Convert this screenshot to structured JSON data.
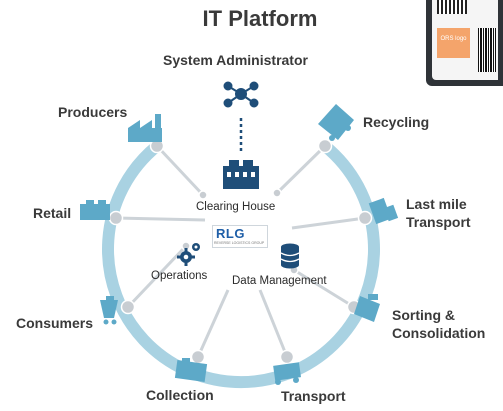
{
  "title": "IT Platform",
  "center": {
    "label": "System Administrator"
  },
  "inner_labels": {
    "clearing_house": "Clearing House",
    "operations": "Operations",
    "data_management": "Data Management"
  },
  "logo": {
    "main": "RLG",
    "sub": "REVERSE LOGISTICS GROUP"
  },
  "card": {
    "logo_text": "ORS logo"
  },
  "nodes": {
    "producers": "Producers",
    "recycling": "Recycling",
    "retail": "Retail",
    "last_mile_line1": "Last mile",
    "last_mile_line2": "Transport",
    "consumers": "Consumers",
    "sorting_line1": "Sorting &",
    "sorting_line2": "Consolidation",
    "collection": "Collection",
    "transport": "Transport"
  },
  "colors": {
    "ring": "#a9d2e2",
    "ring_inner": "#b6dae8",
    "node": "#c8cdd2",
    "icon": "#5da9c8",
    "dark": "#3a3a3a",
    "dark_icon": "#1f4e79",
    "card_bg": "#2f3338"
  }
}
